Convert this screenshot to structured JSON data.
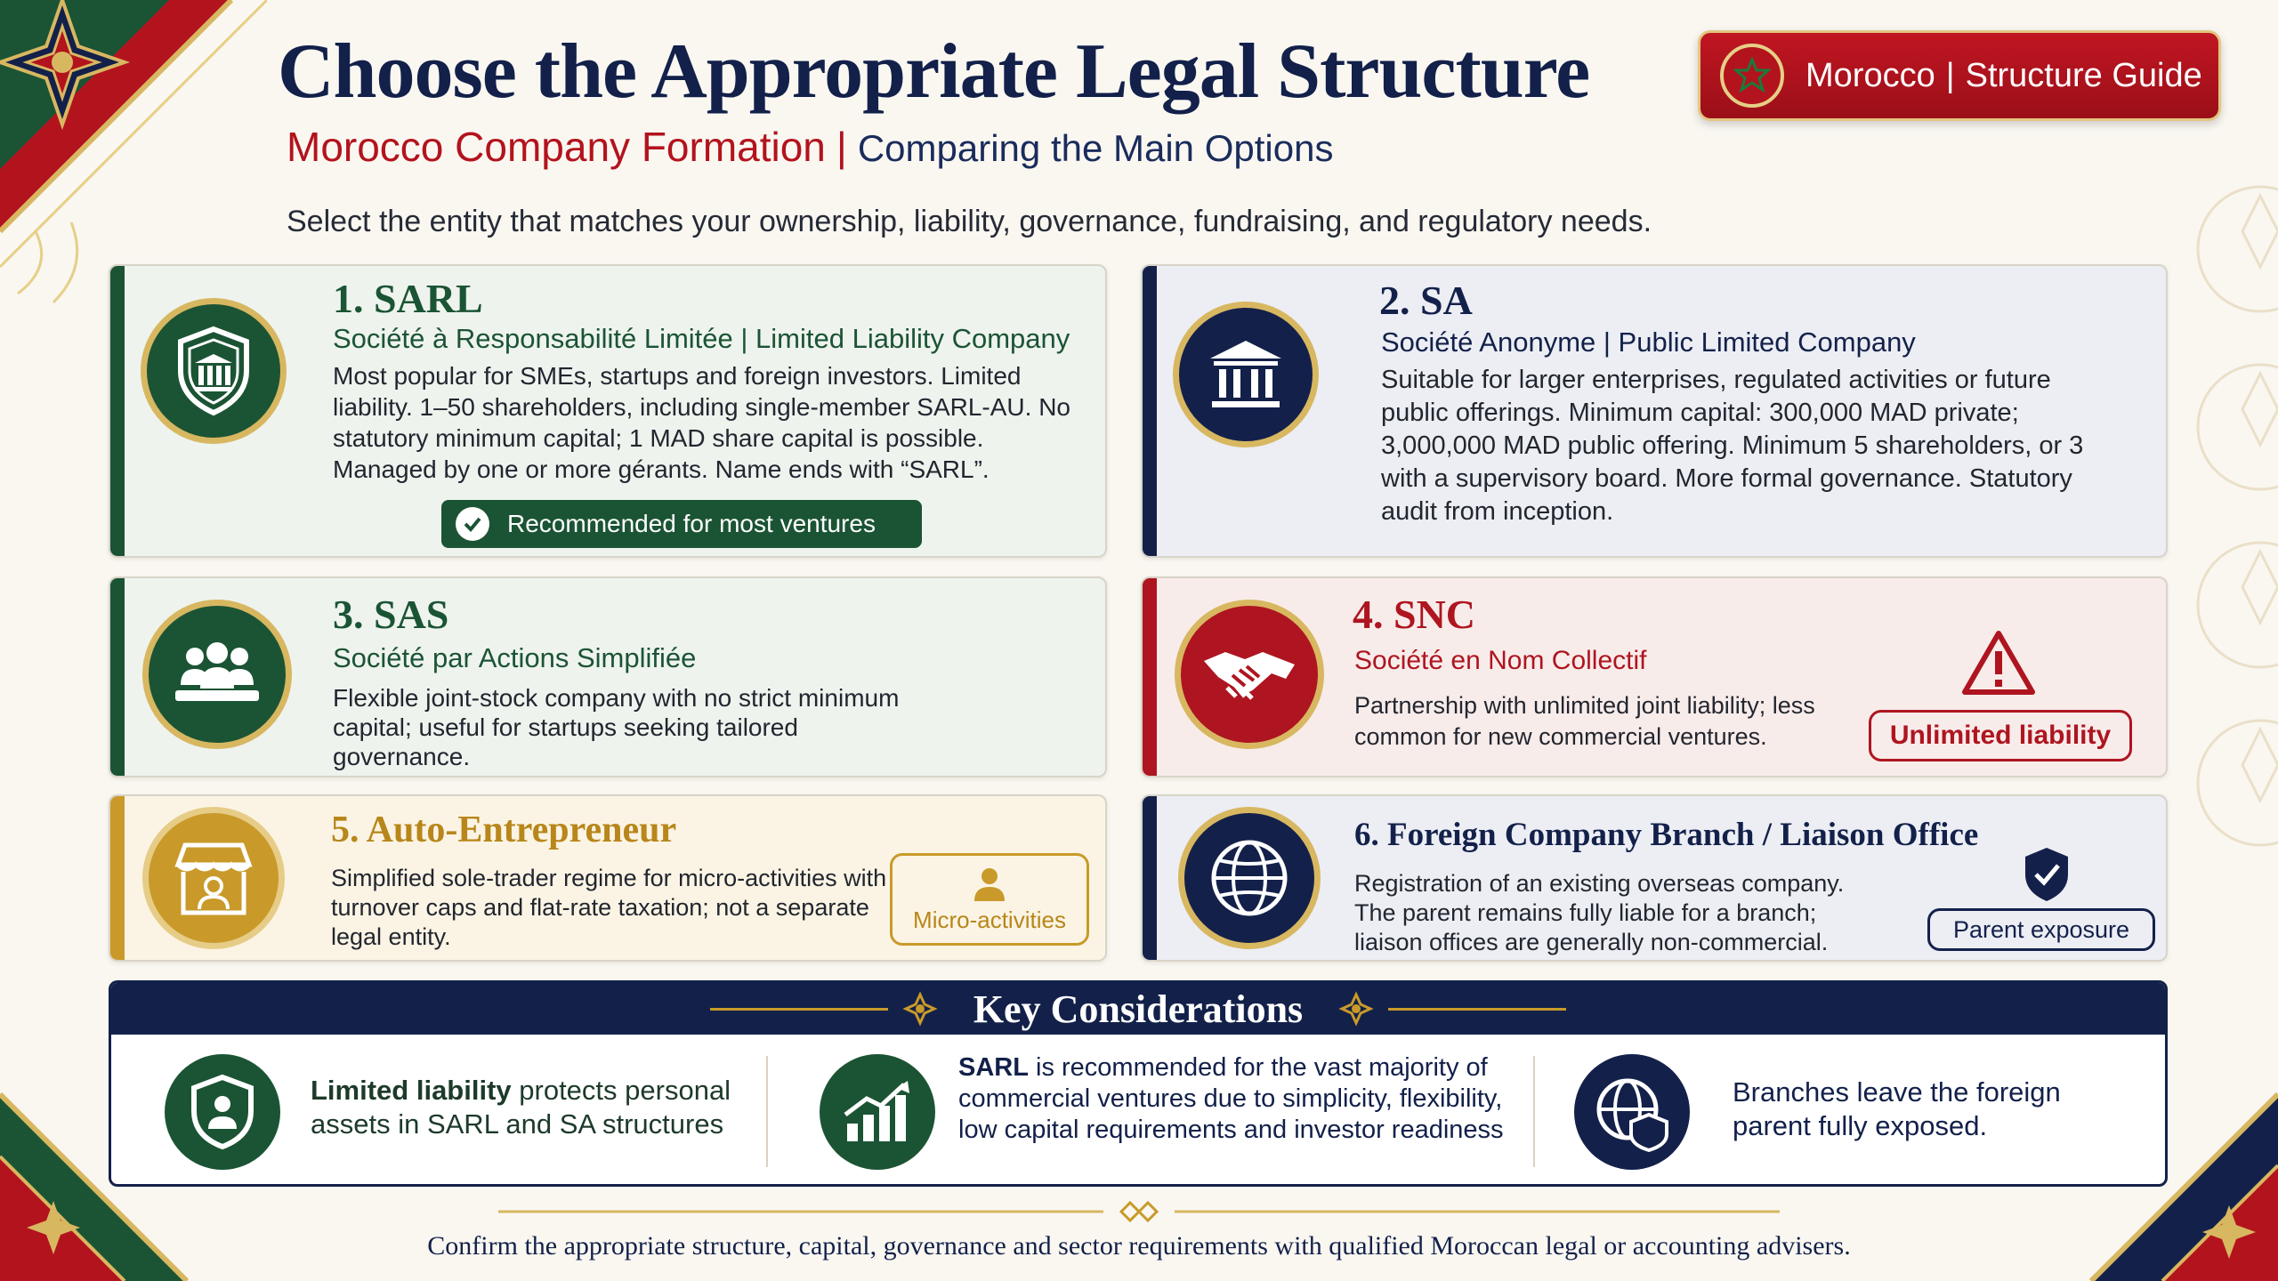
{
  "header": {
    "title": "Choose the Appropriate Legal Structure",
    "subtitle_red": "Morocco Company Formation",
    "subtitle_sep": "|",
    "subtitle_navy": "Comparing the Main Options",
    "intro": "Select the entity that matches your ownership, liability, governance, fundraising, and regulatory needs."
  },
  "guide_badge": {
    "country": "Morocco",
    "sep": "|",
    "label": "Structure Guide",
    "icon": "moroccan-star-icon"
  },
  "cards": [
    {
      "title": "1. SARL",
      "subtitle": "Société à Responsabilité Limitée  |  Limited Liability Company",
      "description": "Most popular for SMEs, startups and foreign investors. Limited liability. 1–50 shareholders, including single-member SARL-AU. No statutory minimum capital; 1 MAD share capital is possible. Managed by one or more gérants. Name ends with “SARL”.",
      "badge": "Recommended for most ventures",
      "icon": "shield-bank-icon",
      "accent": "#1b5434"
    },
    {
      "title": "2. SA",
      "subtitle": "Société Anonyme  |  Public Limited Company",
      "description": "Suitable for larger enterprises, regulated activities or future public offerings. Minimum capital: 300,000 MAD private; 3,000,000 MAD public offering. Minimum 5 shareholders, or 3 with a supervisory board. More formal governance. Statutory audit from inception.",
      "icon": "bank-building-icon",
      "accent": "#13214a"
    },
    {
      "title": "3. SAS",
      "subtitle": "Société par Actions Simplifiée",
      "description": "Flexible joint-stock company with no strict minimum capital; useful for startups seeking tailored governance.",
      "icon": "group-people-icon",
      "accent": "#1b5434"
    },
    {
      "title": "4. SNC",
      "subtitle": "Société en Nom Collectif",
      "description": "Partnership with unlimited joint liability; less common for new commercial ventures.",
      "badge": "Unlimited liability",
      "icon": "handshake-icon",
      "badge_icon": "warning-triangle-icon",
      "accent": "#ae1520"
    },
    {
      "title": "5. Auto-Entrepreneur",
      "description": "Simplified sole-trader regime for micro-activities with turnover caps and flat-rate taxation; not a separate legal entity.",
      "badge": "Micro-activities",
      "icon": "storefront-person-icon",
      "badge_icon": "person-icon",
      "accent": "#c99a2a"
    },
    {
      "title": "6. Foreign Company Branch / Liaison Office",
      "description": "Registration of an existing overseas company. The parent remains fully liable for a branch; liaison offices are generally non-commercial.",
      "badge": "Parent exposure",
      "icon": "globe-icon",
      "badge_icon": "shield-check-icon",
      "accent": "#13214a"
    }
  ],
  "key_considerations": {
    "title": "Key Considerations",
    "items": [
      {
        "bold": "Limited liability",
        "text": " protects personal assets in SARL and SA structures",
        "icon": "shield-person-icon"
      },
      {
        "bold": "SARL",
        "text": " is recommended for the vast majority of commercial ventures due to simplicity, flexibility, low capital requirements and investor readiness",
        "icon": "growth-chart-icon"
      },
      {
        "bold": "",
        "text": "Branches leave the foreign parent fully exposed.",
        "icon": "globe-shield-icon"
      }
    ]
  },
  "footer": {
    "note": "Confirm the appropriate structure, capital, governance and sector requirements with qualified Moroccan legal or accounting advisers."
  },
  "colors": {
    "navy": "#13214a",
    "green": "#1b5434",
    "red": "#ae1520",
    "gold": "#c99a2a"
  }
}
